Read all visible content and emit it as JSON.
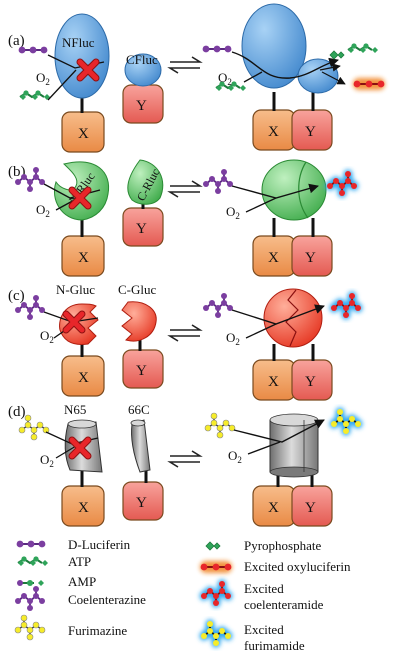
{
  "panels": [
    {
      "label": "(a)",
      "left_n": "NFluc",
      "left_c": "CFluc",
      "x": "X",
      "y": "Y",
      "x2": "X",
      "y2": "Y",
      "o2": "O",
      "o2_right": "O"
    },
    {
      "label": "(b)",
      "left_n": "N-Rluc",
      "left_c": "C-Rluc",
      "x": "X",
      "y": "Y",
      "x2": "X",
      "y2": "Y",
      "o2": "O",
      "o2_right": "O"
    },
    {
      "label": "(c)",
      "left_n": "N-Gluc",
      "left_c": "C-Gluc",
      "x": "X",
      "y": "Y",
      "x2": "X",
      "y2": "Y",
      "o2": "O",
      "o2_right": "O"
    },
    {
      "label": "(d)",
      "left_n": "N65",
      "left_c": "66C",
      "x": "X",
      "y": "Y",
      "x2": "X",
      "y2": "Y",
      "o2": "O",
      "o2_right": "O"
    }
  ],
  "subscript2": "2",
  "legend": {
    "left": [
      "D-Luciferin",
      "ATP",
      "AMP",
      "Coelenterazine",
      "Furimazine"
    ],
    "right": [
      {
        "line1": "Pyrophosphate",
        "line2": ""
      },
      {
        "line1": "Excited oxyluciferin",
        "line2": ""
      },
      {
        "line1": "Excited",
        "line2": "coelenteramide"
      },
      {
        "line1": "Excited",
        "line2": "furimamide"
      }
    ]
  },
  "colors": {
    "fluc_blue": "#5a9fdc",
    "rluc_green": "#62c46a",
    "gluc_red": "#ef4a36",
    "nluc_gray": "#a0a0a0",
    "box_orange": "#f0a46a",
    "box_pink": "#f07a72",
    "luciferin_purple": "#7b3ea0",
    "atp_green": "#2fa45a",
    "furimazine_yellow": "#f6ec2a",
    "glow_blue": "#2fa8f0",
    "glow_orange": "#f0801e",
    "cross_red": "#e8262a"
  },
  "icons": [
    "equilibrium-arrows-icon",
    "red-cross-icon",
    "substrate-molecule-icon"
  ]
}
